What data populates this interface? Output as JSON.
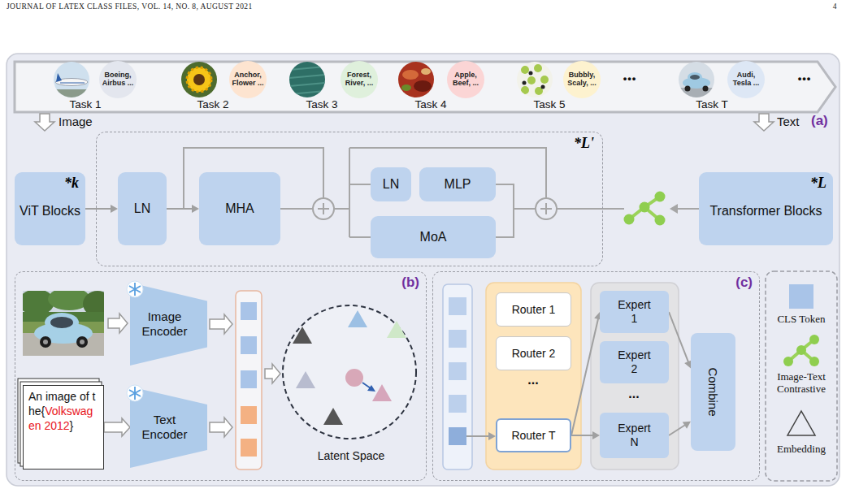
{
  "diagram": {
    "nodes": [
      {
        "text": [
          "Boeing, Airbus ..."
        ]
      },
      {
        "text": [
          "Anchor, Flower ..."
        ]
      },
      {
        "text": [
          "Forest, River, ..."
        ]
      },
      {
        "text": [
          "Apple, Beef, ..."
        ]
      },
      {
        "text": [
          "Bubbly, Scaly, ..."
        ]
      },
      {
        "text": [
          "Audi, Tesla ..."
        ]
      },
      {
        "text": [
          "ViT Blocks",
          "*k"
        ]
      },
      {
        "text": [
          "*L'"
        ]
      },
      {
        "text": [
          "LN"
        ],
        "in": 7
      },
      {
        "text": [
          "MHA"
        ],
        "in": 7
      },
      {
        "text": [
          "LN"
        ],
        "in": 7
      },
      {
        "text": [
          "MLP"
        ],
        "in": 7
      },
      {
        "text": [
          "MoA"
        ],
        "in": 7
      },
      {
        "text": [
          "Transformer Blocks",
          "*L"
        ]
      },
      {
        "text": [
          "(b)"
        ]
      },
      {
        "text": [
          "Image Encoder"
        ],
        "in": 14
      },
      {
        "text": [
          "An image of the{",
          "Volkswagen 2012",
          "}"
        ],
        "in": 14
      },
      {
        "text": [
          "Text Encoder"
        ],
        "in": 14
      },
      {
        "text": [
          "(c)"
        ]
      },
      {
        "text": [
          "Router 1"
        ],
        "in": 18
      },
      {
        "text": [
          "Router 2"
        ],
        "in": 18
      },
      {
        "text": [
          "Router T"
        ],
        "in": 18
      },
      {
        "text": [
          "Expert 1"
        ],
        "in": 18
      },
      {
        "text": [
          "Expert 2"
        ],
        "in": 18
      },
      {
        "text": [
          "Expert N"
        ],
        "in": 18
      },
      {
        "text": [
          "Combine"
        ],
        "in": 18
      }
    ],
    "edges": [
      {
        "from": 6,
        "to": 8,
        "arrow": "to"
      },
      {
        "from": 8,
        "to": 9,
        "arrow": "to"
      },
      {
        "from": 16,
        "to": 17,
        "arrow": "to"
      },
      {
        "from": 21,
        "to": 22,
        "arrow": "to"
      },
      {
        "from": 21,
        "to": 24,
        "arrow": "to"
      },
      {
        "from": 22,
        "to": 25,
        "arrow": "to"
      },
      {
        "from": 24,
        "to": 25,
        "arrow": "to"
      }
    ],
    "labels": [
      "JOURNAL OF LATEX CLASS FILES, VOL. 14, NO. 8, AUGUST 2021",
      "4",
      "Task 1",
      "Task 2",
      "Task 3",
      "Task 4",
      "Task 5",
      "•••",
      "Task T",
      "•••",
      "Image",
      "Text",
      "(a)",
      "Latent Space",
      "...",
      "..."
    ],
    "legend": [
      {
        "text": "CLS Token",
        "color": "#a9c4e8"
      },
      {
        "text": "Image-Text Contrastive"
      },
      {
        "text": "Embedding"
      }
    ]
  }
}
